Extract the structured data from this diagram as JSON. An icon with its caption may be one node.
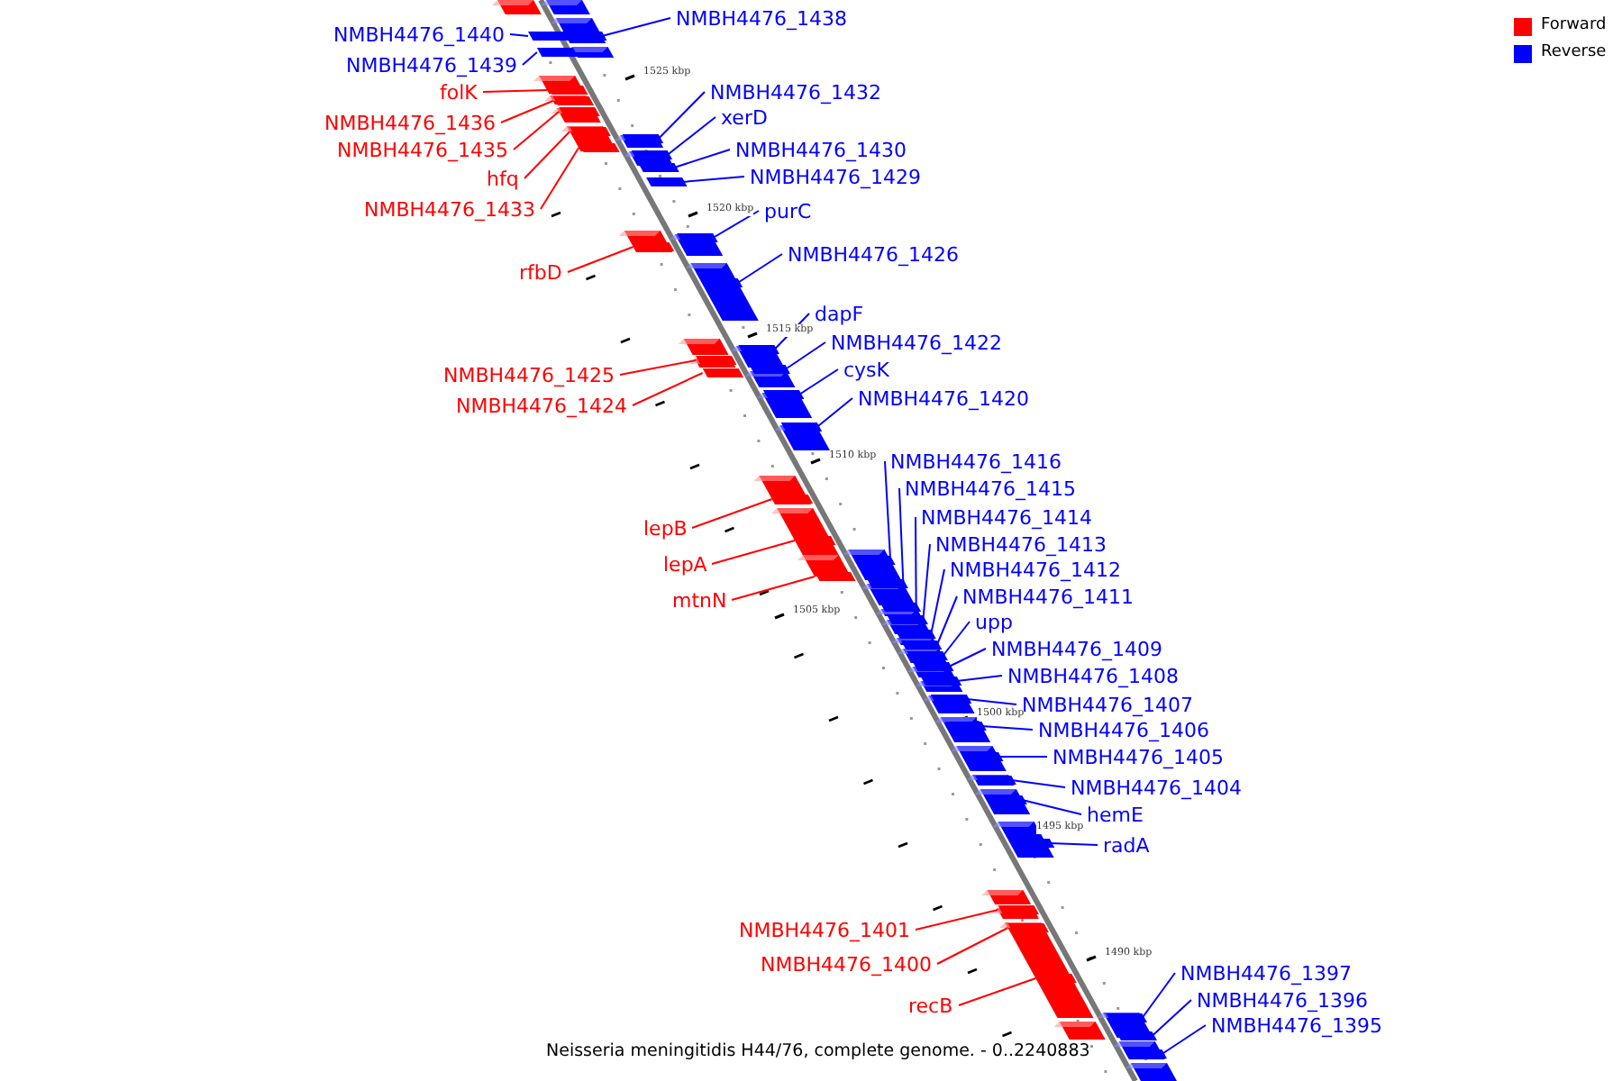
{
  "diagram": {
    "caption": "Neisseria meningitidis H44/76, complete genome. - 0..2240883",
    "nodes": [
      {
        "text": [
          "NMBH4476_1438"
        ]
      },
      {
        "text": [
          "NMBH4476_1440"
        ]
      },
      {
        "text": [
          "NMBH4476_1439"
        ]
      },
      {
        "text": [
          "folK"
        ]
      },
      {
        "text": [
          "NMBH4476_1432"
        ]
      },
      {
        "text": [
          "xerD"
        ]
      },
      {
        "text": [
          "NMBH4476_1436"
        ]
      },
      {
        "text": [
          "NMBH4476_1430"
        ]
      },
      {
        "text": [
          "NMBH4476_1435"
        ]
      },
      {
        "text": [
          "NMBH4476_1429"
        ]
      },
      {
        "text": [
          "hfq"
        ]
      },
      {
        "text": [
          "NMBH4476_1433"
        ]
      },
      {
        "text": [
          "purC"
        ]
      },
      {
        "text": [
          "NMBH4476_1426"
        ]
      },
      {
        "text": [
          "rfbD"
        ]
      },
      {
        "text": [
          "dapF"
        ]
      },
      {
        "text": [
          "NMBH4476_1422"
        ]
      },
      {
        "text": [
          "cysK"
        ]
      },
      {
        "text": [
          "NMBH4476_1425"
        ]
      },
      {
        "text": [
          "NMBH4476_1420"
        ]
      },
      {
        "text": [
          "NMBH4476_1424"
        ]
      },
      {
        "text": [
          "NMBH4476_1416"
        ]
      },
      {
        "text": [
          "NMBH4476_1415"
        ]
      },
      {
        "text": [
          "NMBH4476_1414"
        ]
      },
      {
        "text": [
          "lepB"
        ]
      },
      {
        "text": [
          "NMBH4476_1413"
        ]
      },
      {
        "text": [
          "lepA"
        ]
      },
      {
        "text": [
          "NMBH4476_1412"
        ]
      },
      {
        "text": [
          "NMBH4476_1411"
        ]
      },
      {
        "text": [
          "mtnN"
        ]
      },
      {
        "text": [
          "upp"
        ]
      },
      {
        "text": [
          "NMBH4476_1409"
        ]
      },
      {
        "text": [
          "NMBH4476_1408"
        ]
      },
      {
        "text": [
          "NMBH4476_1407"
        ]
      },
      {
        "text": [
          "NMBH4476_1406"
        ]
      },
      {
        "text": [
          "NMBH4476_1405"
        ]
      },
      {
        "text": [
          "NMBH4476_1404"
        ]
      },
      {
        "text": [
          "hemE"
        ]
      },
      {
        "text": [
          "radA"
        ]
      },
      {
        "text": [
          "NMBH4476_1401"
        ]
      },
      {
        "text": [
          "NMBH4476_1400"
        ]
      },
      {
        "text": [
          "NMBH4476_1397"
        ]
      },
      {
        "text": [
          "NMBH4476_1396"
        ]
      },
      {
        "text": [
          "recB"
        ]
      },
      {
        "text": [
          "NMBH4476_1395"
        ]
      },
      {
        "text": [],
        "shape": "bar"
      },
      {
        "text": [],
        "shape": "bar"
      },
      {
        "text": [],
        "shape": "bar"
      },
      {
        "text": [],
        "shape": "bar"
      },
      {
        "text": [],
        "shape": "bar"
      },
      {
        "text": [],
        "shape": "bar"
      },
      {
        "text": [],
        "shape": "bar"
      },
      {
        "text": [],
        "shape": "bar"
      },
      {
        "text": [],
        "shape": "bar"
      },
      {
        "text": [],
        "shape": "bar"
      },
      {
        "text": [],
        "shape": "bar"
      },
      {
        "text": [],
        "shape": "bar"
      },
      {
        "text": [],
        "shape": "bar"
      },
      {
        "text": [],
        "shape": "bar"
      },
      {
        "text": [],
        "shape": "bar"
      },
      {
        "text": [],
        "shape": "bar"
      },
      {
        "text": [],
        "shape": "bar"
      },
      {
        "text": [],
        "shape": "bar"
      },
      {
        "text": [],
        "shape": "bar"
      },
      {
        "text": [],
        "shape": "bar"
      },
      {
        "text": [],
        "shape": "bar"
      },
      {
        "text": [],
        "shape": "bar"
      },
      {
        "text": [],
        "shape": "bar"
      },
      {
        "text": [],
        "shape": "bar"
      },
      {
        "text": [],
        "shape": "bar"
      },
      {
        "text": [],
        "shape": "bar"
      },
      {
        "text": [],
        "shape": "bar"
      },
      {
        "text": [],
        "shape": "bar"
      },
      {
        "text": [],
        "shape": "bar"
      },
      {
        "text": [],
        "shape": "bar"
      },
      {
        "text": [],
        "shape": "bar"
      },
      {
        "text": [],
        "shape": "bar"
      },
      {
        "text": [],
        "shape": "bar"
      },
      {
        "text": [],
        "shape": "bar"
      },
      {
        "text": [],
        "shape": "bar"
      },
      {
        "text": [],
        "shape": "bar"
      },
      {
        "text": [],
        "shape": "bar"
      },
      {
        "text": [],
        "shape": "bar"
      },
      {
        "text": [],
        "shape": "bar"
      },
      {
        "text": [],
        "shape": "bar"
      },
      {
        "text": [],
        "shape": "bar"
      },
      {
        "text": [],
        "shape": "bar"
      },
      {
        "text": [],
        "shape": "bar"
      },
      {
        "text": [],
        "shape": "bar"
      },
      {
        "text": [],
        "shape": "bar"
      }
    ],
    "edges": [
      {
        "from": 0,
        "to": 46,
        "arrow": "none"
      },
      {
        "from": 1,
        "to": 45,
        "arrow": "none"
      },
      {
        "from": 2,
        "to": 47,
        "arrow": "none"
      },
      {
        "from": 3,
        "to": 48,
        "arrow": "none",
        "color": "#ff0000"
      },
      {
        "from": 4,
        "to": 52,
        "arrow": "none"
      },
      {
        "from": 5,
        "to": 54,
        "arrow": "none"
      },
      {
        "from": 6,
        "to": 49,
        "arrow": "none",
        "color": "#ff0000"
      },
      {
        "from": 7,
        "to": 55,
        "arrow": "none"
      },
      {
        "from": 8,
        "to": 50,
        "arrow": "none",
        "color": "#ff0000"
      },
      {
        "from": 9,
        "to": 56,
        "arrow": "none"
      },
      {
        "from": 10,
        "to": 51,
        "arrow": "none",
        "color": "#ff0000"
      },
      {
        "from": 11,
        "to": 53,
        "arrow": "none",
        "color": "#ff0000"
      },
      {
        "from": 12,
        "to": 57,
        "arrow": "none"
      },
      {
        "from": 13,
        "to": 59,
        "arrow": "none"
      },
      {
        "from": 14,
        "to": 58,
        "arrow": "none",
        "color": "#ff0000"
      },
      {
        "from": 15,
        "to": 60,
        "arrow": "none"
      },
      {
        "from": 16,
        "to": 62,
        "arrow": "none"
      },
      {
        "from": 17,
        "to": 64,
        "arrow": "none"
      },
      {
        "from": 18,
        "to": 61,
        "arrow": "none",
        "color": "#ff0000"
      },
      {
        "from": 19,
        "to": 65,
        "arrow": "none"
      },
      {
        "from": 20,
        "to": 63,
        "arrow": "none",
        "color": "#ff0000"
      },
      {
        "from": 21,
        "to": 68,
        "arrow": "none"
      },
      {
        "from": 22,
        "to": 70,
        "arrow": "none"
      },
      {
        "from": 23,
        "to": 71,
        "arrow": "none"
      },
      {
        "from": 24,
        "to": 66,
        "arrow": "none",
        "color": "#ff0000"
      },
      {
        "from": 25,
        "to": 72,
        "arrow": "none"
      },
      {
        "from": 26,
        "to": 67,
        "arrow": "none",
        "color": "#ff0000"
      },
      {
        "from": 27,
        "to": 73,
        "arrow": "none"
      },
      {
        "from": 28,
        "to": 74,
        "arrow": "none"
      },
      {
        "from": 29,
        "to": 69,
        "arrow": "none",
        "color": "#ff0000"
      },
      {
        "from": 30,
        "to": 75,
        "arrow": "none"
      },
      {
        "from": 31,
        "to": 76,
        "arrow": "none"
      },
      {
        "from": 32,
        "to": 77,
        "arrow": "none"
      },
      {
        "from": 33,
        "to": 78,
        "arrow": "none"
      },
      {
        "from": 34,
        "to": 79,
        "arrow": "none"
      },
      {
        "from": 35,
        "to": 80,
        "arrow": "none"
      },
      {
        "from": 36,
        "to": 81,
        "arrow": "none"
      },
      {
        "from": 37,
        "to": 82,
        "arrow": "none"
      },
      {
        "from": 38,
        "to": 83,
        "arrow": "none"
      },
      {
        "from": 39,
        "to": 84,
        "arrow": "none",
        "color": "#ff0000"
      },
      {
        "from": 40,
        "to": 85,
        "arrow": "none",
        "color": "#ff0000"
      },
      {
        "from": 41,
        "to": 87,
        "arrow": "none"
      },
      {
        "from": 42,
        "to": 88,
        "arrow": "none"
      },
      {
        "from": 43,
        "to": 86,
        "arrow": "none",
        "color": "#ff0000"
      },
      {
        "from": 44,
        "to": 89,
        "arrow": "none"
      }
    ],
    "labels": [
      "1525 kbp",
      "1520 kbp",
      "1515 kbp",
      "1510 kbp",
      "1505 kbp",
      "1500 kbp",
      "1495 kbp",
      "1490 kbp"
    ],
    "legend": [
      {
        "text": "Forward",
        "color": "#ff0000"
      },
      {
        "text": "Reverse",
        "color": "#0000ff"
      }
    ]
  }
}
